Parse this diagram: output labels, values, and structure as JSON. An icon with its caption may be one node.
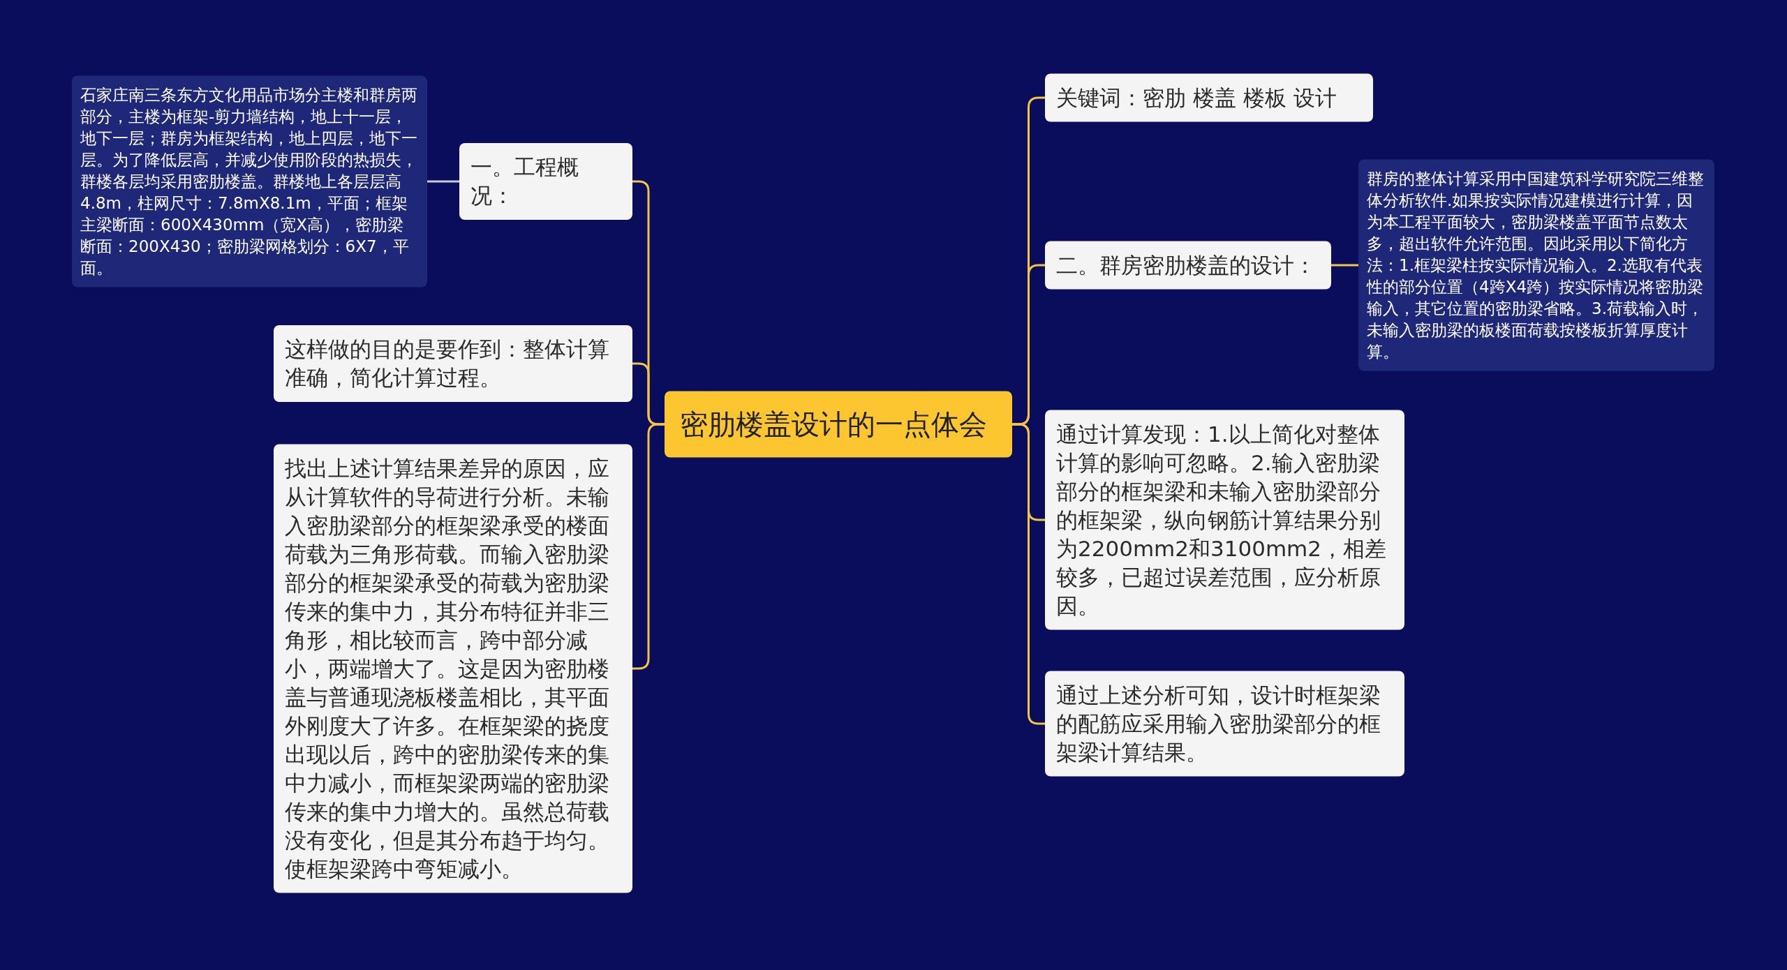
{
  "diagram": {
    "nodes": [
      {
        "text": [
          "密肋楼盖设计的一点体会"
        ]
      },
      {
        "text": [
          "一。工程概况："
        ]
      },
      {
        "text": [
          "石家庄南三条东方文化用品市场分主楼和群房两部分，主楼为框架-剪力墙结构，地上十一层，地下一层；群房为框架结构，地上四层，地下一层。为了降低层高，并减少使用阶段的热损失，群楼各层均采用密肋楼盖。群楼地上各层层高4.8m，柱网尺寸：7.8mX8.1m，平面；框架主梁断面：600X430mm（宽X高），密肋梁断面：200X430；密肋梁网格划分：6X7，平面。"
        ]
      },
      {
        "text": [
          "这样做的目的是要作到：整体计算准确，简化计算过程。"
        ]
      },
      {
        "text": [
          "找出上述计算结果差异的原因，应从计算软件的导荷进行分析。未输入密肋梁部分的框架梁承受的楼面荷载为三角形荷载。而输入密肋梁部分的框架梁承受的荷载为密肋梁传来的集中力，其分布特征并非三角形，相比较而言，跨中部分减小，两端增大了。这是因为密肋楼盖与普通现浇板楼盖相比，其平面外刚度大了许多。在框架梁的挠度出现以后，跨中的密肋梁传来的集中力减小，而框架梁两端的密肋梁传来的集中力增大的。虽然总荷载没有变化，但是其分布趋于均匀。使框架梁跨中弯矩减小。"
        ]
      },
      {
        "text": [
          "关键词：密肋  楼盖  楼板  设计"
        ]
      },
      {
        "text": [
          "二。群房密肋楼盖的设计："
        ]
      },
      {
        "text": [
          "群房的整体计算采用中国建筑科学研究院三维整体分析软件.如果按实际情况建模进行计算，因为本工程平面较大，密肋梁楼盖平面节点数太多，超出软件允许范围。因此采用以下简化方法：1.框架梁柱按实际情况输入。2.选取有代表性的部分位置（4跨X4跨）按实际情况将密肋梁输入，其它位置的密肋梁省略。3.荷载输入时，未输入密肋梁的板楼面荷载按楼板折算厚度计算。"
        ]
      },
      {
        "text": [
          "通过计算发现：1.以上简化对整体计算的影响可忽略。2.输入密肋梁部分的框架梁和未输入密肋梁部分的框架梁，纵向钢筋计算结果分别为2200mm2和3100mm2，相差较多，已超过误差范围，应分析原因。"
        ]
      },
      {
        "text": [
          "通过上述分析可知，设计时框架梁的配筋应采用输入密肋梁部分的框架梁计算结果。"
        ]
      }
    ],
    "edges": [
      {
        "from": 0,
        "to": 1,
        "arrow": "none"
      },
      {
        "from": 1,
        "to": 2,
        "arrow": "none",
        "color": "#c9c9d6"
      },
      {
        "from": 0,
        "to": 3,
        "arrow": "none"
      },
      {
        "from": 0,
        "to": 4,
        "arrow": "none"
      },
      {
        "from": 0,
        "to": 5,
        "arrow": "none"
      },
      {
        "from": 0,
        "to": 6,
        "arrow": "none"
      },
      {
        "from": 6,
        "to": 7,
        "arrow": "none"
      },
      {
        "from": 0,
        "to": 8,
        "arrow": "none"
      },
      {
        "from": 0,
        "to": 9,
        "arrow": "none"
      }
    ]
  }
}
